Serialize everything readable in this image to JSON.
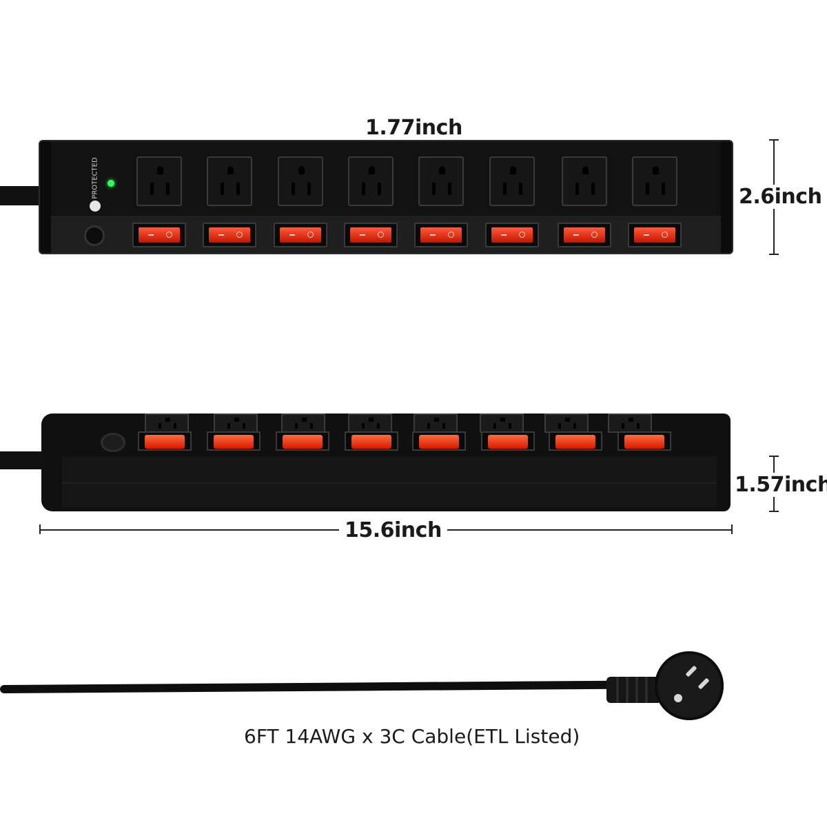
{
  "labels": {
    "outlet_spacing": "1.77inch",
    "height": "2.6inch",
    "depth": "1.57inch",
    "length": "15.6inch",
    "cable": "6FT 14AWG x 3C Cable(ETL Listed)"
  },
  "brand": {
    "text": "PROTECTED"
  },
  "outlets": [
    1,
    2,
    3,
    4,
    5,
    6,
    7,
    8
  ],
  "colors": {
    "switch": "#e0220a",
    "led": "#2dff5a",
    "body": "#121212"
  },
  "icons": {
    "logo": "shield-icon",
    "indicator": "power-led-icon",
    "reset": "reset-button-icon"
  }
}
